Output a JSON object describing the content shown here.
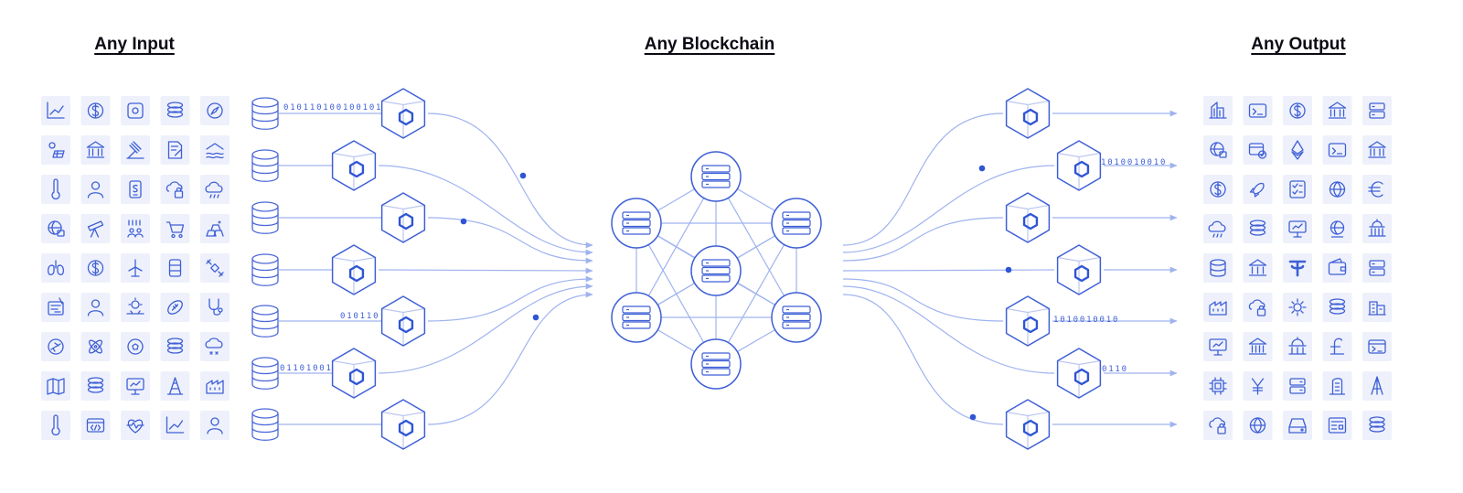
{
  "headings": {
    "input": "Any Input",
    "blockchain": "Any Blockchain",
    "output": "Any Output"
  },
  "colors": {
    "accent": "#3e5fd6",
    "line": "#9fb3ef",
    "tile": "#eef1fb",
    "heading": "#0b0b14"
  },
  "input_icons": [
    [
      "line-chart-icon",
      "coins-dollar-icon",
      "sports-score-sheet-icon",
      "stock-up-coins-icon",
      "compass-icon"
    ],
    [
      "solar-weather-icon",
      "piggy-bank-icon",
      "auction-gavel-icon",
      "document-edit-icon",
      "flood-level-icon"
    ],
    [
      "thermometer-icon",
      "team-users-icon",
      "id-card-phone-icon",
      "delivery-truck-clock-icon",
      "rain-cloud-icon"
    ],
    [
      "global-logistics-icon",
      "telescope-icon",
      "binary-data-people-icon",
      "shopping-cart-icon",
      "gold-bars-icon"
    ],
    [
      "lungs-icon",
      "dollar-exchange-icon",
      "wind-turbine-icon",
      "oil-barrel-icon",
      "satellite-icon"
    ],
    [
      "insurance-form-icon",
      "paid-user-icon",
      "sun-crops-icon",
      "football-icon",
      "stethoscope-icon"
    ],
    [
      "flight-icon",
      "atom-icon",
      "soccer-ball-icon",
      "refresh-coins-icon",
      "snow-field-icon"
    ],
    [
      "location-map-icon",
      "bitcoin-hand-icon",
      "monitor-upload-icon",
      "oil-rig-icon",
      "factory-icon"
    ],
    [
      "temperature-head-icon",
      "code-window-icon",
      "heart-rate-icon",
      "coin-stack-chart-icon",
      "user-card-icon"
    ]
  ],
  "output_icons": [
    [
      "skyscraper-icon",
      "payment-terminal-icon",
      "dollar-sign-icon",
      "bank-truck-icon",
      "server-rack-icon"
    ],
    [
      "global-web-icon",
      "verified-card-icon",
      "ethereum-icon",
      "terminal-window-icon",
      "bank-building-icon"
    ],
    [
      "phone-dollar-icon",
      "rocket-launch-icon",
      "checklist-icon",
      "globe-icon",
      "euro-sign-icon"
    ],
    [
      "cloud-lock-icon",
      "bitcoin-icon",
      "monitor-analytics-icon",
      "world-bank-icon",
      "capitol-building-icon"
    ],
    [
      "database-icon",
      "treasury-icon",
      "tether-icon",
      "wallet-icon",
      "server-stack-icon"
    ],
    [
      "factory-settings-icon",
      "blocks-icon",
      "gear-settings-icon",
      "dai-coin-icon",
      "office-buildings-icon"
    ],
    [
      "monitor-check-icon",
      "institution-icon",
      "government-dome-icon",
      "pound-sign-icon",
      "console-card-icon"
    ],
    [
      "cpu-chip-icon",
      "yen-sign-icon",
      "storage-drives-icon",
      "tower-icon",
      "arrow-spire-icon"
    ],
    [
      "plug-lock-icon",
      "crypto-globe-icon",
      "hard-drive-icon",
      "newspaper-icon",
      "coin-stack-icon"
    ]
  ],
  "input_bits": [
    "010110100100101",
    "010110",
    "01101001"
  ],
  "output_bits": [
    "1010010010",
    "1010010010",
    "0110"
  ]
}
